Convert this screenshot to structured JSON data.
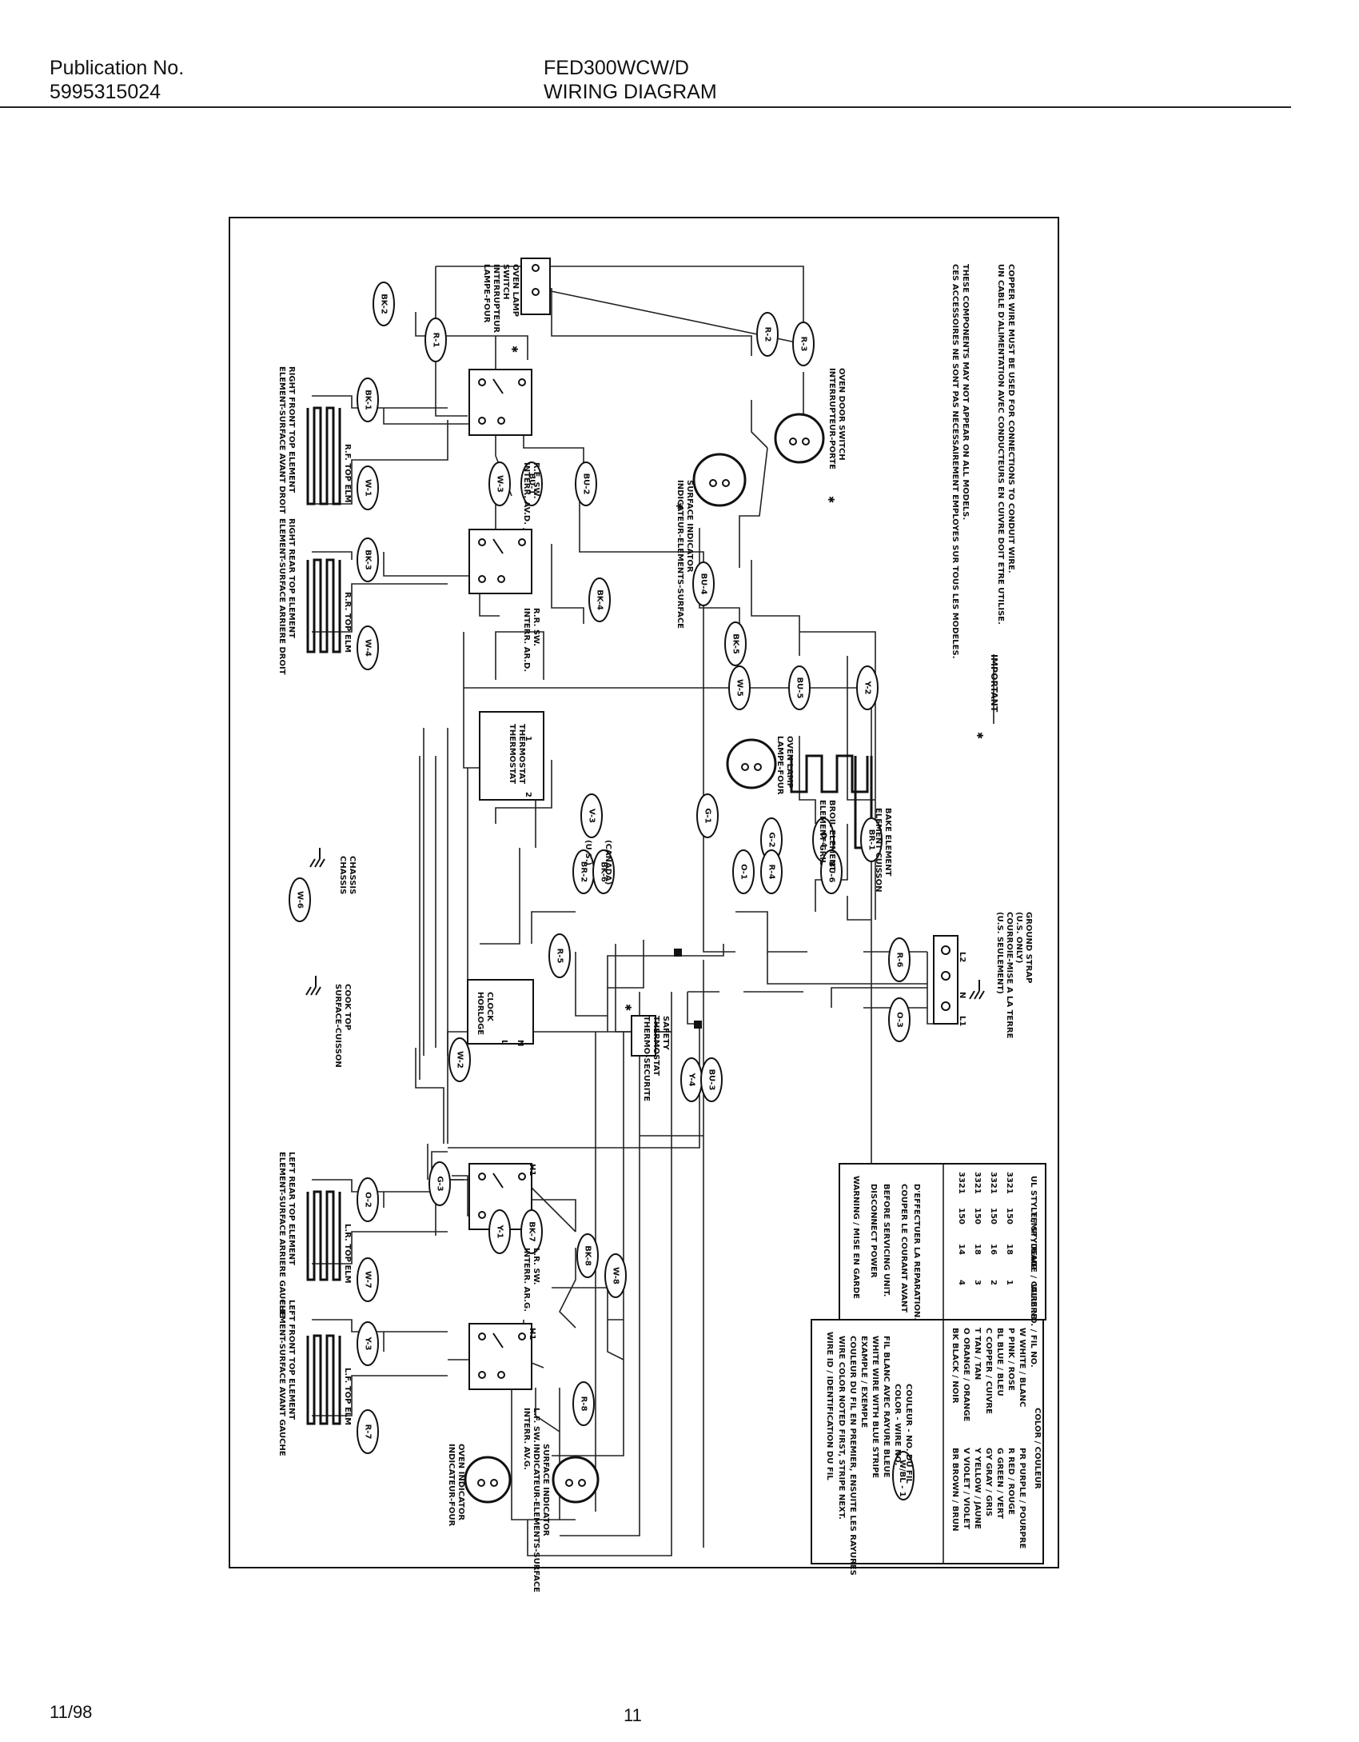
{
  "header": {
    "publication_label": "Publication No.",
    "publication_number": "5995315024",
    "model": "FED300WCW/D",
    "title": "WIRING DIAGRAM"
  },
  "footer": {
    "date": "11/98",
    "page": "11"
  },
  "diagram": {
    "components": {
      "oven_lamp_switch": [
        "OVEN LAMP",
        "SWITCH",
        "INTERRUPTEUR",
        "LAMPE-FOUR"
      ],
      "rf_element": [
        "RIGHT FRONT TOP ELEMENT",
        "ELEMENT-SURFACE AVANT DROIT"
      ],
      "rf_switch": [
        "R.F. SW.",
        "INTERR. AV.D."
      ],
      "rr_element": [
        "RIGHT REAR TOP ELEMENT",
        "ELEMENT-SURFACE ARRIERE DROIT"
      ],
      "rr_switch": [
        "R.R. SW.",
        "INTERR. AR.D."
      ],
      "surface_indicator_right": [
        "SURFACE INDICATOR",
        "INDICATEUR-ELEMENTS-SURFACE"
      ],
      "door_switch": [
        "OVEN DOOR SWITCH",
        "INTERRUPTEUR-PORTE"
      ],
      "thermostat": [
        "THERMOSTAT",
        "THERMOSTAT"
      ],
      "oven_lamp": [
        "OVEN LAMP",
        "LAMPE-FOUR"
      ],
      "broil_element": [
        "BROIL ELEMENT",
        "ELEMENT GRIL"
      ],
      "bake_element": [
        "BAKE ELEMENT",
        "ELEMENT CUISSON"
      ],
      "chassis": [
        "CHASSIS",
        "CHASSIS"
      ],
      "cooktop": [
        "COOK TOP",
        "SURFACE-CUISSON"
      ],
      "clock": [
        "CLOCK",
        "HORLOGE"
      ],
      "safety_thermostat": [
        "SAFETY",
        "THERMOSTAT",
        "THERMO-SECURITE"
      ],
      "ground_strap": [
        "GROUND STRAP",
        "(U.S. ONLY)",
        "COURROIE-MISE A LA TERRE",
        "(U.S. SEULEMENT)"
      ],
      "lr_element": [
        "LEFT REAR TOP ELEMENT",
        "ELEMENT-SURFACE ARRIERE GAUCHE"
      ],
      "lr_switch": [
        "L.R. SW.",
        "INTERR. AR.G."
      ],
      "lf_element": [
        "LEFT FRONT TOP ELEMENT",
        "ELEMENT-SURFACE AVANT GAUCHE"
      ],
      "lf_switch": [
        "L.F. SW.",
        "INTERR. AV.G."
      ],
      "oven_indicator": [
        "OVEN INDICATOR",
        "INDICATEUR-FOUR"
      ],
      "surface_indicator_left": [
        "SURFACE INDICATOR",
        "INDICATEUR-ELEMENTS-SURFACE"
      ]
    },
    "terminal_labels": [
      "L1",
      "N",
      "L2",
      "H1",
      "H2",
      "L",
      "N",
      "1",
      "2",
      "(U.S.)",
      "(CANADA)"
    ],
    "element_tags": [
      "R.F. TOP ELM",
      "R.R. TOP ELM",
      "L.R. TOP ELM",
      "L.F. TOP ELM"
    ],
    "wire_tags": [
      "R-1",
      "BK-1",
      "W-1",
      "BK-2",
      "R-2",
      "R-3",
      "W-3",
      "BU-1",
      "BU-2",
      "BK-3",
      "W-4",
      "BK-4",
      "BU-4",
      "BK-5",
      "W-5",
      "BU-5",
      "Y-2",
      "V-3",
      "G-1",
      "G-2",
      "O-4",
      "BR-1",
      "BR-2",
      "BK-6",
      "W-6",
      "O-1",
      "R-4",
      "BU-6",
      "R-5",
      "W-2",
      "Y-4",
      "BU-3",
      "R-6",
      "O-3",
      "G-3",
      "O-2",
      "W-7",
      "Y-1",
      "BK-7",
      "BK-8",
      "W-8",
      "Y-3",
      "R-7",
      "R-8"
    ],
    "notes": {
      "asterisk_note": [
        "THESE COMPONENTS MAY NOT APPEAR ON ALL MODELS.",
        "CES ACCESSOIRES NE SONT PAS NECESSAIREMENT EMPLOYES SUR TOUS LES MODELES."
      ],
      "important_title": "IMPORTANT",
      "important_text": [
        "COPPER WIRE MUST BE USED FOR CONNECTIONS TO CONDUIT WIRE.",
        "UN CABLE D'ALIMENTATION AVEC CONDUCTEURS EN CUIVRE DOIT ETRE UTILISE."
      ]
    },
    "wire_id_box": {
      "title": "WIRE ID / IDENTIFICATION DU FIL",
      "lines": [
        "WIRE COLOR NOTED FIRST, STRIPE NEXT.",
        "COULEUR DU FIL EN PREMIER, ENSUITE LES RAYURES",
        "EXAMPLE / EXEMPLE",
        "WHITE WIRE WITH BLUE STRIPE",
        "FIL BLANC AVEC RAYURE BLEUE",
        "COLOR - WIRE NO.",
        "COULEUR - NO. DU FIL"
      ],
      "example_tag": "W/BL - 1",
      "rows": [
        "BK BLACK / NOIR",
        "O ORANGE / ORANGE",
        "T TAN / TAN",
        "C COPPER / CUIVRE",
        "BL BLUE / BLEU",
        "P PINK / ROSE",
        "W WHITE / BLANC",
        "BR BROWN / BRUN",
        "V VIOLET / VIOLET",
        "Y YELLOW / JAUNE",
        "GY GRAY / GRIS",
        "G GREEN / VERT",
        "R RED / ROUGE",
        "PR PURPLE / POURPRE"
      ],
      "footer": "COLOR / COULEUR"
    },
    "warning_box": {
      "title": "WARNING / MISE EN GARDE",
      "lines": [
        "DISCONNECT POWER",
        "BEFORE SERVICING UNIT.",
        "COUPER LE COURANT AVANT",
        "D'EFFECTUER LA REPARATION."
      ],
      "table_header": [
        "WIRE NO. / FIL NO.",
        "GAGE / CALIBRE",
        "TEMP / TEMP",
        "UL STYLE / STYLE UL"
      ],
      "table_rows": [
        [
          "4",
          "14",
          "150",
          "3321"
        ],
        [
          "3",
          "18",
          "150",
          "3321"
        ],
        [
          "2",
          "16",
          "150",
          "3321"
        ],
        [
          "1",
          "18",
          "150",
          "3321"
        ]
      ]
    }
  }
}
